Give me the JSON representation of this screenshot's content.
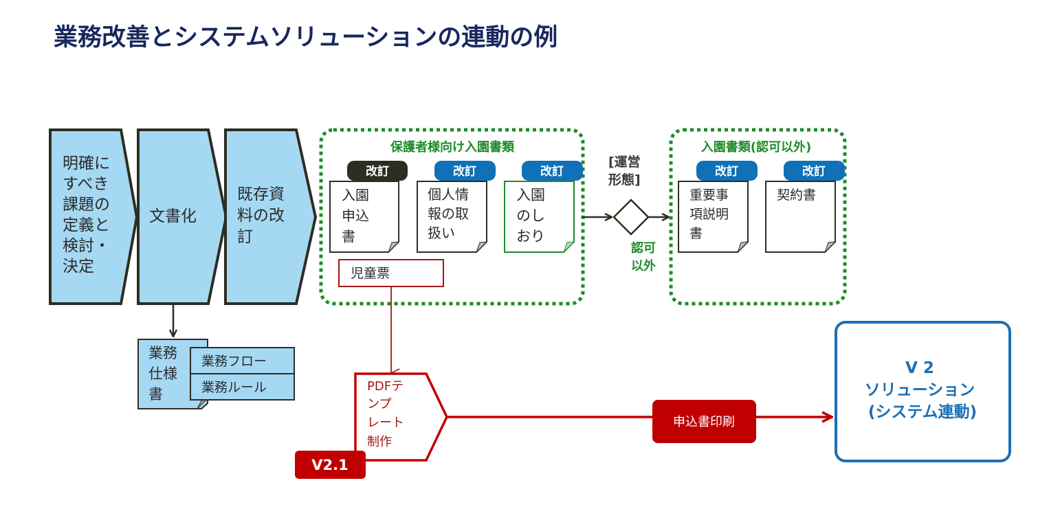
{
  "title": "業務改善とシステムソリューションの連動の例",
  "colors": {
    "title": "#17275f",
    "step_fill": "#a5d8f3",
    "step_stroke": "#2d2d22",
    "group_border": "#1f8c2a",
    "badge_dark": "#2d2d22",
    "badge_blue": "#1070b8",
    "red": "#c00000",
    "blue_box": "#1a6fb5"
  },
  "steps": [
    {
      "lines": [
        "明確に",
        "すべき",
        "課題の",
        "定義と",
        "検討・",
        "決定"
      ]
    },
    {
      "lines": [
        "文書化"
      ]
    },
    {
      "lines": [
        "既存資",
        "料の改",
        "訂"
      ]
    }
  ],
  "spec_doc": {
    "lines": [
      "業務",
      "仕様",
      "書"
    ],
    "items": [
      "業務フロー",
      "業務ルール"
    ]
  },
  "group_parent": {
    "title": "保護者様向け入園書類",
    "docs": [
      {
        "badge": "改訂",
        "badge_style": "dark",
        "lines": [
          "入園",
          "申込",
          "書"
        ]
      },
      {
        "badge": "改訂",
        "badge_style": "blue",
        "lines": [
          "個人情",
          "報の取",
          "扱い"
        ]
      },
      {
        "badge": "改訂",
        "badge_style": "blue",
        "lines": [
          "入園",
          "のし",
          "おり"
        ],
        "border": "green"
      }
    ],
    "extra_doc": "児童票"
  },
  "decision": {
    "label_lines": [
      "[運営",
      "形態]"
    ],
    "branch_lines": [
      "認可",
      "以外"
    ]
  },
  "group_other": {
    "title": "入園書類(認可以外)",
    "docs": [
      {
        "badge": "改訂",
        "badge_style": "blue",
        "lines": [
          "重要事",
          "項説明",
          "書"
        ]
      },
      {
        "badge": "改訂",
        "badge_style": "blue",
        "lines": [
          "契約書"
        ]
      }
    ]
  },
  "pdf_step": {
    "lines": [
      "PDFテ",
      "ンプ",
      "レート",
      "制作"
    ],
    "version_badge": "V2.1"
  },
  "print_label": "申込書印刷",
  "solution": {
    "lines": [
      "V 2",
      "ソリューション",
      "(システム連動)"
    ]
  }
}
